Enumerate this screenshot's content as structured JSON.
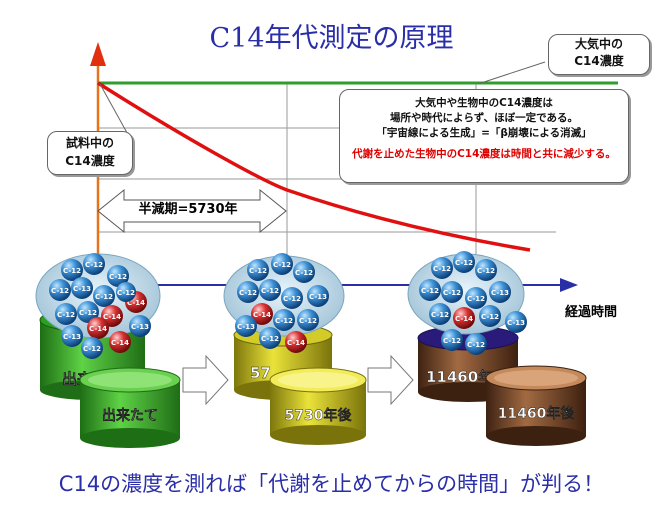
{
  "title": "C14年代測定の原理",
  "bottom_caption": "C14の濃度を測れば「代謝を止めてからの時間」が判る！",
  "x_axis_label": "経過時間",
  "callouts": {
    "atmosphere_line1": "大気中の",
    "atmosphere_line2": "C14濃度",
    "sample_line1": "試料中の",
    "sample_line2": "C14濃度",
    "info_line1": "大気中や生物中のC14濃度は",
    "info_line2": "場所や時代によらず、ほぼ一定である。",
    "info_line3": "「宇宙線による生成」=「β崩壊による消滅」",
    "info_red": "代謝を止めた生物中のC14濃度は時間と共に減少する。"
  },
  "half_life_label": "半減期=5730年",
  "cans": [
    {
      "front_label": "出来たて",
      "back_label": "出来"
    },
    {
      "front_label": "5730年後",
      "back_label": "57"
    },
    {
      "front_label": "11460年後",
      "back_label": "11460年"
    }
  ],
  "atom_labels": {
    "c12": "C-12",
    "c13": "C-13",
    "c14": "C-14"
  },
  "colors": {
    "title": "#2a2fa8",
    "atmosphere_line": "#2e9e2e",
    "decay_curve": "#e01010",
    "axis_arrow": "#2a2fa8",
    "y_axis": "#e8731a",
    "can_new": "#3fae2a",
    "can_mid": "#c8c21e",
    "can_old": "#7a4a2c",
    "atom_c12": "#1e6fb0",
    "atom_c14": "#c81e1e"
  }
}
